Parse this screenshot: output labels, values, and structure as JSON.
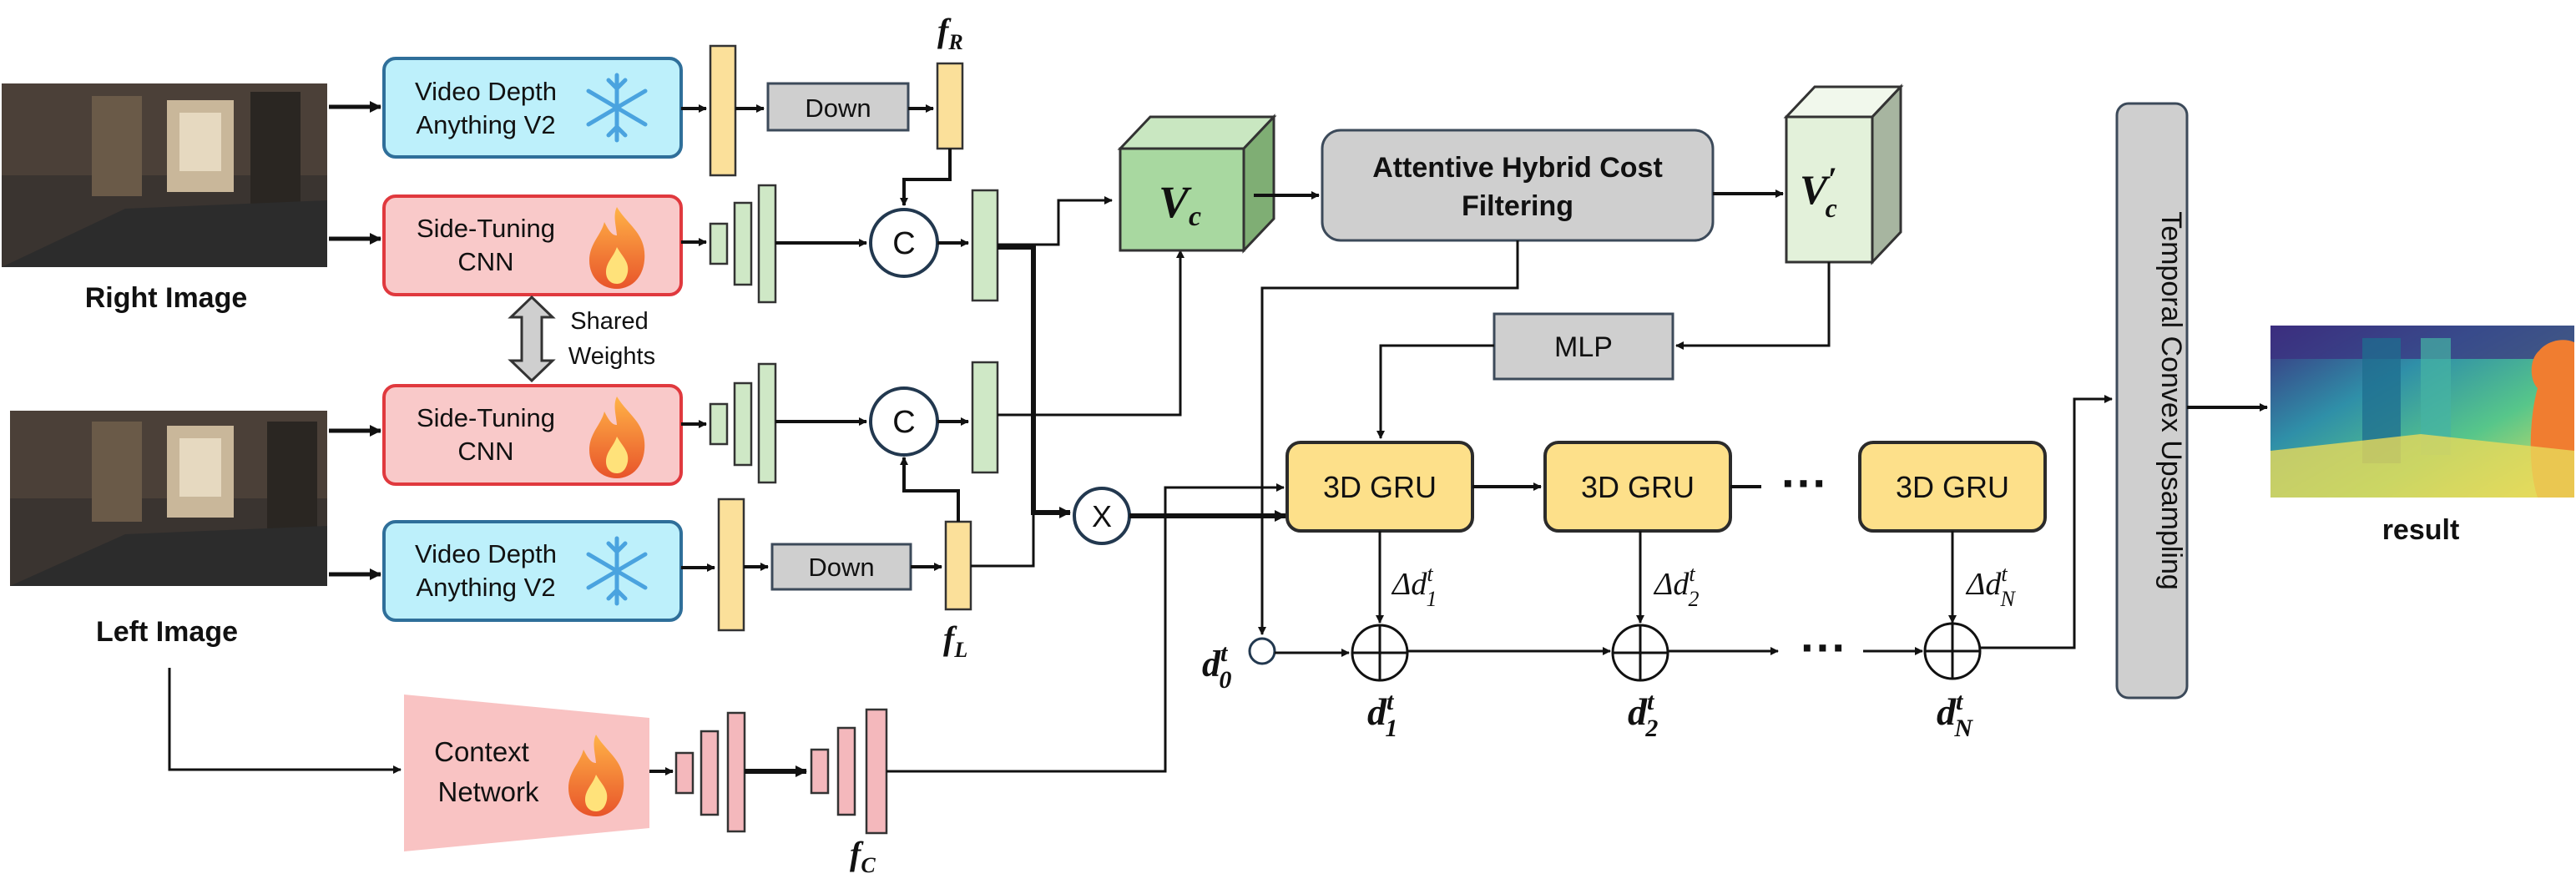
{
  "inputs": {
    "right_label": "Right Image",
    "left_label": "Left Image"
  },
  "modules": {
    "vda": [
      "Video Depth",
      "Anything V2"
    ],
    "side_tuning": [
      "Side-Tuning",
      "CNN"
    ],
    "down": "Down",
    "concat": "C",
    "multiply": "X",
    "shared": [
      "Shared",
      "Weights"
    ],
    "context": [
      "Context",
      "Network"
    ],
    "cost_filter": [
      "Attentive Hybrid Cost",
      "Filtering"
    ],
    "mlp": "MLP",
    "gru": "3D GRU",
    "ellipsis": "···",
    "upsampling": "Temporal Convex Upsampling",
    "result_label": "result"
  },
  "symbols": {
    "f_R": {
      "base": "f",
      "sub": "R"
    },
    "f_L": {
      "base": "f",
      "sub": "L"
    },
    "f_C": {
      "base": "f",
      "sub": "C"
    },
    "V_c": {
      "base": "V",
      "sub": "c"
    },
    "V_c_prime": {
      "base": "V",
      "prime": "′",
      "sub": "c"
    },
    "d0": {
      "base": "d",
      "sup": "t",
      "sub": "0"
    },
    "d1": {
      "base": "d",
      "sup": "t",
      "sub": "1"
    },
    "d2": {
      "base": "d",
      "sup": "t",
      "sub": "2"
    },
    "dN": {
      "base": "d",
      "sup": "t",
      "sub": "N"
    },
    "delta1": {
      "delta": "Δ",
      "base": "d",
      "sup": "t",
      "sub": "1"
    },
    "delta2": {
      "delta": "Δ",
      "base": "d",
      "sup": "t",
      "sub": "2"
    },
    "deltaN": {
      "delta": "Δ",
      "base": "d",
      "sup": "t",
      "sub": "N"
    }
  },
  "colors": {
    "vda_fill": "#bdf0fb",
    "vda_stroke": "#2f6f9a",
    "side_fill": "#f9c9c9",
    "side_stroke": "#e0393e",
    "context_fill": "#f9c3c3",
    "gray_fill": "#cfcfcf",
    "gray_stroke": "#3c4a5a",
    "gru_fill": "#fde08a",
    "gru_stroke": "#2b2b2b",
    "green_fill": "#a8d8a0",
    "light_green_fill": "#e3f1da",
    "yellow_feat": "#fbe09a",
    "pink_feat": "#f4b8bc",
    "green_feat": "#cfe8c6",
    "snowflake": "#4aa3df",
    "flame": "#f07a20"
  },
  "icons": {
    "snowflake": "snowflake-icon",
    "fire": "fire-icon"
  }
}
